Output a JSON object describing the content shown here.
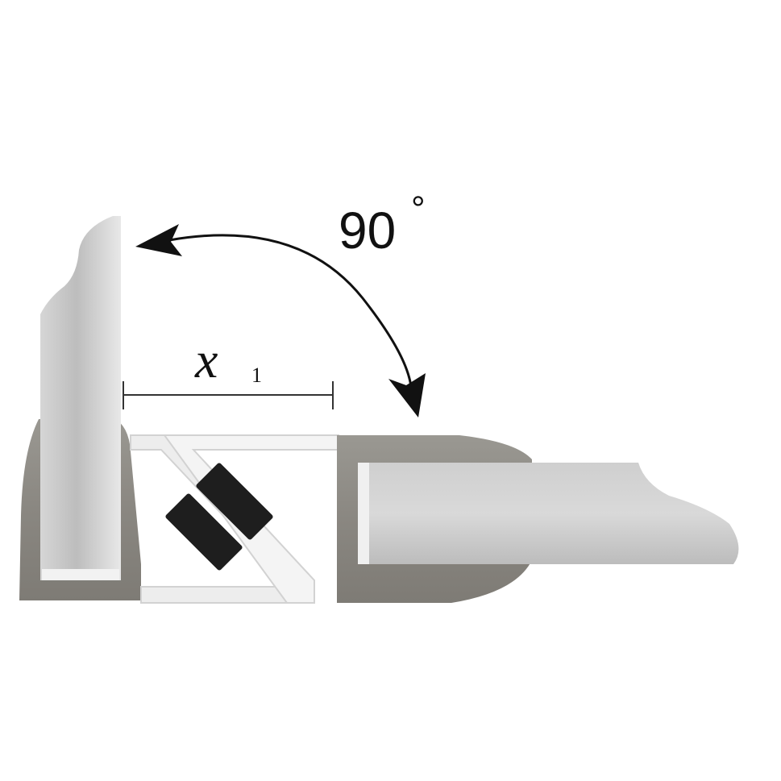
{
  "annotations": {
    "angle_value": "90",
    "angle_unit": "°",
    "dimension_variable": "x",
    "dimension_subscript": "1"
  },
  "colors": {
    "glass_light": "#e4e4e4",
    "glass_mid": "#c9c9c9",
    "glass_dark": "#9a9a9a",
    "seal_profile": "#8c8983",
    "seal_outline": "#d6d6d6",
    "magnet": "#1e1e1e",
    "arrow": "#111111"
  }
}
